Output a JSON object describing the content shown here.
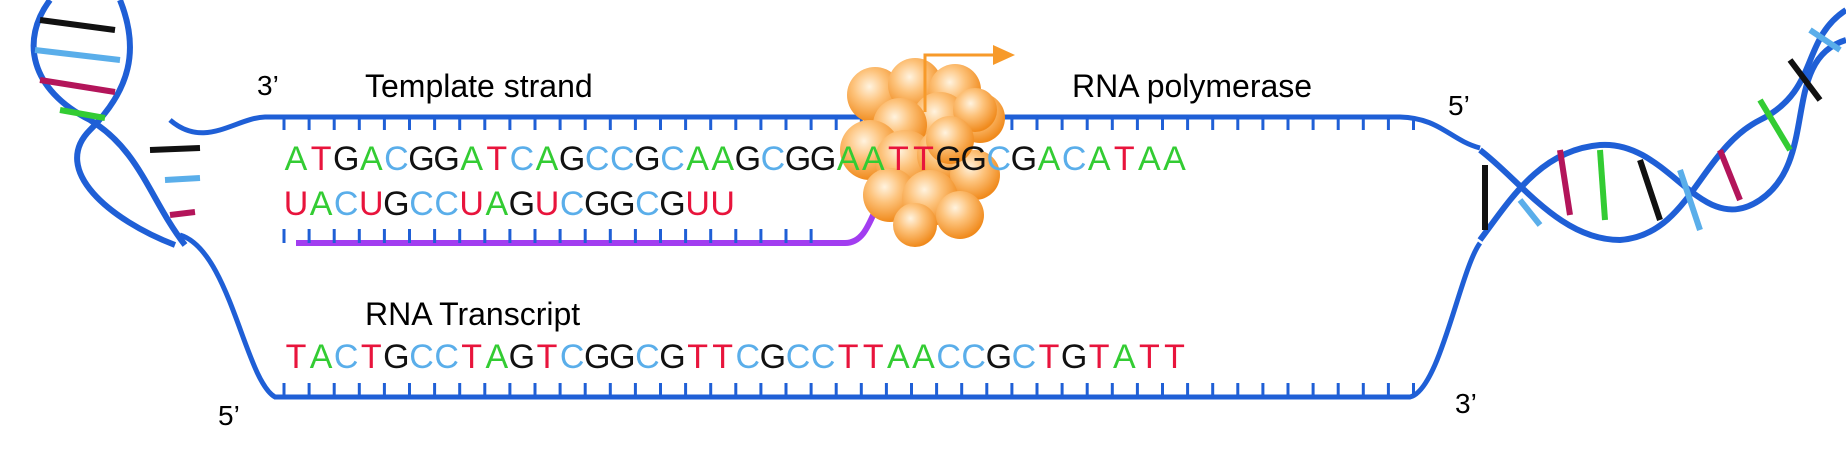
{
  "labels": {
    "template_strand": "Template strand",
    "rna_polymerase": "RNA polymerase",
    "rna_transcript": "RNA Transcript",
    "top_left_end": "3’",
    "top_right_end": "5’",
    "bottom_left_end": "5’",
    "bottom_right_end": "3’"
  },
  "sequences": {
    "top_strand": "ATGACGGATCAGCCGCAAGCGGAATTGGCGACATAA",
    "rna": "UACUGCCUAGUCGGCGUU",
    "bottom_strand": "TACTGCCTAGTCGGCGTTCGCCTTAACCGCTGTATT"
  },
  "colors": {
    "backbone": "#1f5fd6",
    "rna_backbone": "#a23df0",
    "polymerase": "#f7a33a",
    "arrow": "#f79a2a",
    "A": "#33cc33",
    "T": "#e8143c",
    "U": "#e8143c",
    "G": "#111111",
    "C": "#5aaeea"
  }
}
